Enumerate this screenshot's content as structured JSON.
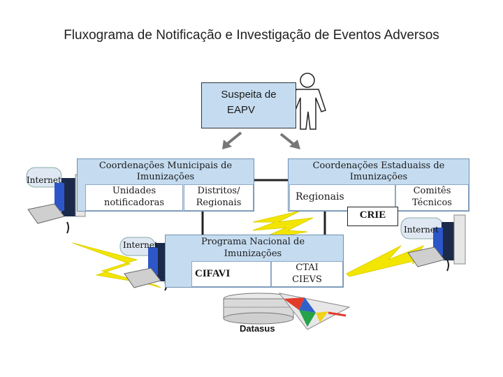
{
  "title": "Fluxograma de Notificação e Investigação de Eventos Adversos",
  "suspeita": {
    "line1": "Suspeita de",
    "line2": "EAPV"
  },
  "municipais": {
    "header_line1": "Coordenações Municipais de",
    "header_line2": "Imunizações",
    "unidades_line1": "Unidades",
    "unidades_line2": "notificadoras",
    "distritos_line1": "Distritos/",
    "distritos_line2": "Regionais"
  },
  "estaduais": {
    "header_line1": "Coordenações Estaduaiss de",
    "header_line2": "Imunizações",
    "regionais": "Regionais",
    "comites_line1": "Comitês",
    "comites_line2": "Técnicos"
  },
  "crie": "CRIE",
  "programa": {
    "header_line1": "Programa Nacional de",
    "header_line2": "Imunizações",
    "cifavi": "CIFAVI",
    "ctai": "CTAI",
    "cievs": "CIEVS"
  },
  "internet_label": "Internet",
  "datasus": "Datasus",
  "colors": {
    "box_fill": "#c5dcf0",
    "lightning": "#f2e600",
    "connector": "#222222"
  }
}
